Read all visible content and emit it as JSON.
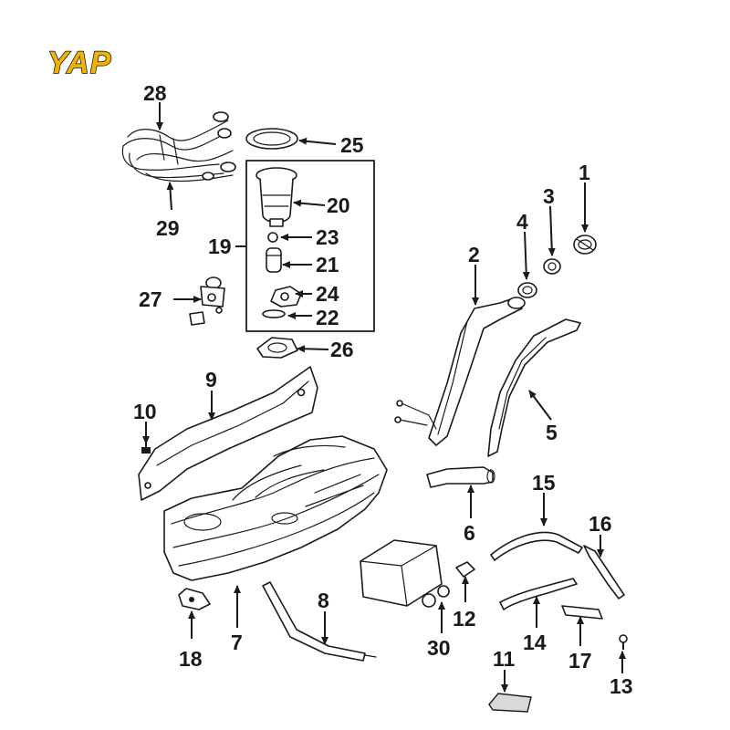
{
  "brand": {
    "text": "YAP",
    "color": "#f0b400",
    "outline": "#111111"
  },
  "callouts": [
    "1",
    "2",
    "3",
    "4",
    "5",
    "6",
    "7",
    "8",
    "9",
    "10",
    "11",
    "12",
    "13",
    "14",
    "15",
    "16",
    "17",
    "18",
    "19",
    "20",
    "21",
    "22",
    "23",
    "24",
    "25",
    "26",
    "27",
    "28",
    "29",
    "30"
  ]
}
